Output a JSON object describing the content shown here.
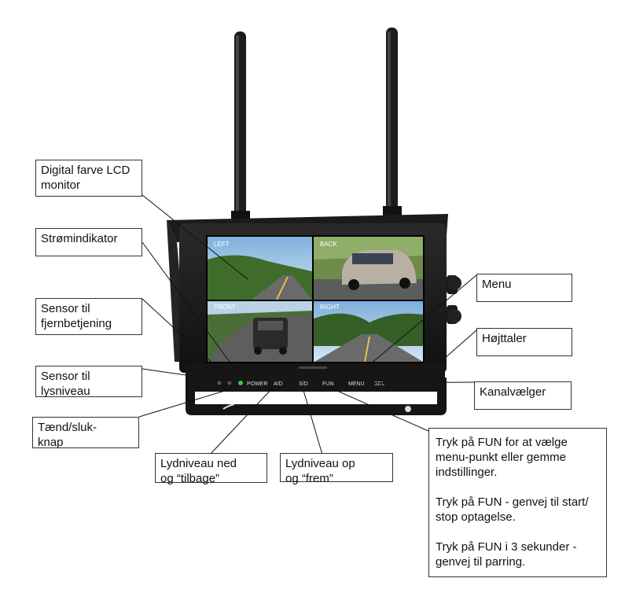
{
  "labels": {
    "lcd": "Digital farve LCD\nmonitor",
    "power_indicator": "Strømindikator",
    "remote_sensor": "Sensor til\nfjernbetjening",
    "light_sensor": "Sensor til\nlysniveau",
    "power_button": "Tænd/sluk-\nknap",
    "vol_down": "Lydniveau ned\nog “tilbage”",
    "vol_up": "Lydniveau op\nog “frem”",
    "menu": "Menu",
    "speaker": "Højttaler",
    "channel": "Kanalvælger"
  },
  "fun_help": [
    "Tryk på FUN for at vælge menu-punkt eller gemme indstillinger.",
    "Tryk på FUN - genvej til start/ stop optagelse.",
    "Tryk på FUN i 3 sekunder - genvej til parring."
  ],
  "monitor": {
    "quadrants": [
      "LEFT",
      "BACK",
      "FRONT",
      "RIGHT"
    ],
    "buttons": [
      "POWER",
      "A/D",
      "S/D",
      "FUN",
      "MENU",
      "SEL"
    ],
    "colors": {
      "bezel": "#1a1a1a",
      "sky": "#9ec3e0",
      "road": "#5a5a5a",
      "grass": "#4d7a33",
      "led": "#2ecc40"
    }
  }
}
